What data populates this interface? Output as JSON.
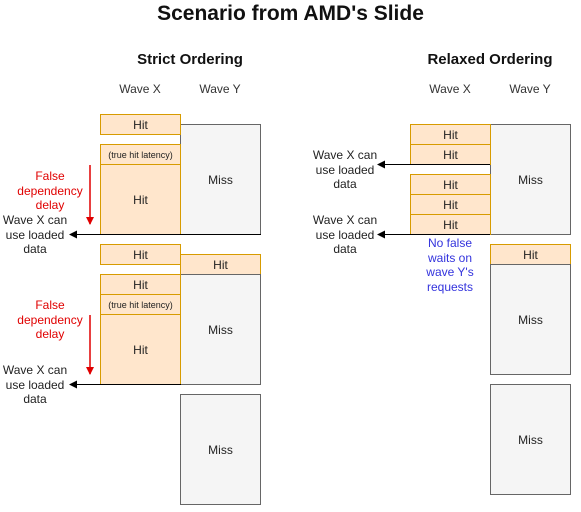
{
  "title": "Scenario from AMD's Slide",
  "strict": {
    "heading": "Strict Ordering",
    "wave_x": "Wave X",
    "wave_y": "Wave Y",
    "hit": "Hit",
    "miss": "Miss",
    "latency": "(true hit latency)",
    "false_delay": "False dependency delay",
    "wave_x_loaded": "Wave X can use loaded data"
  },
  "relaxed": {
    "heading": "Relaxed Ordering",
    "wave_x": "Wave X",
    "wave_y": "Wave Y",
    "hit": "Hit",
    "miss": "Miss",
    "wave_x_loaded": "Wave X can use loaded data",
    "no_false_waits": "No false waits on wave Y's requests"
  },
  "colors": {
    "hit_fill": "#ffe6cc",
    "hit_border": "#d79b00",
    "miss_fill": "#f5f5f5",
    "miss_border": "#666666",
    "delay_red": "#e00000",
    "note_blue": "#3333dd"
  }
}
